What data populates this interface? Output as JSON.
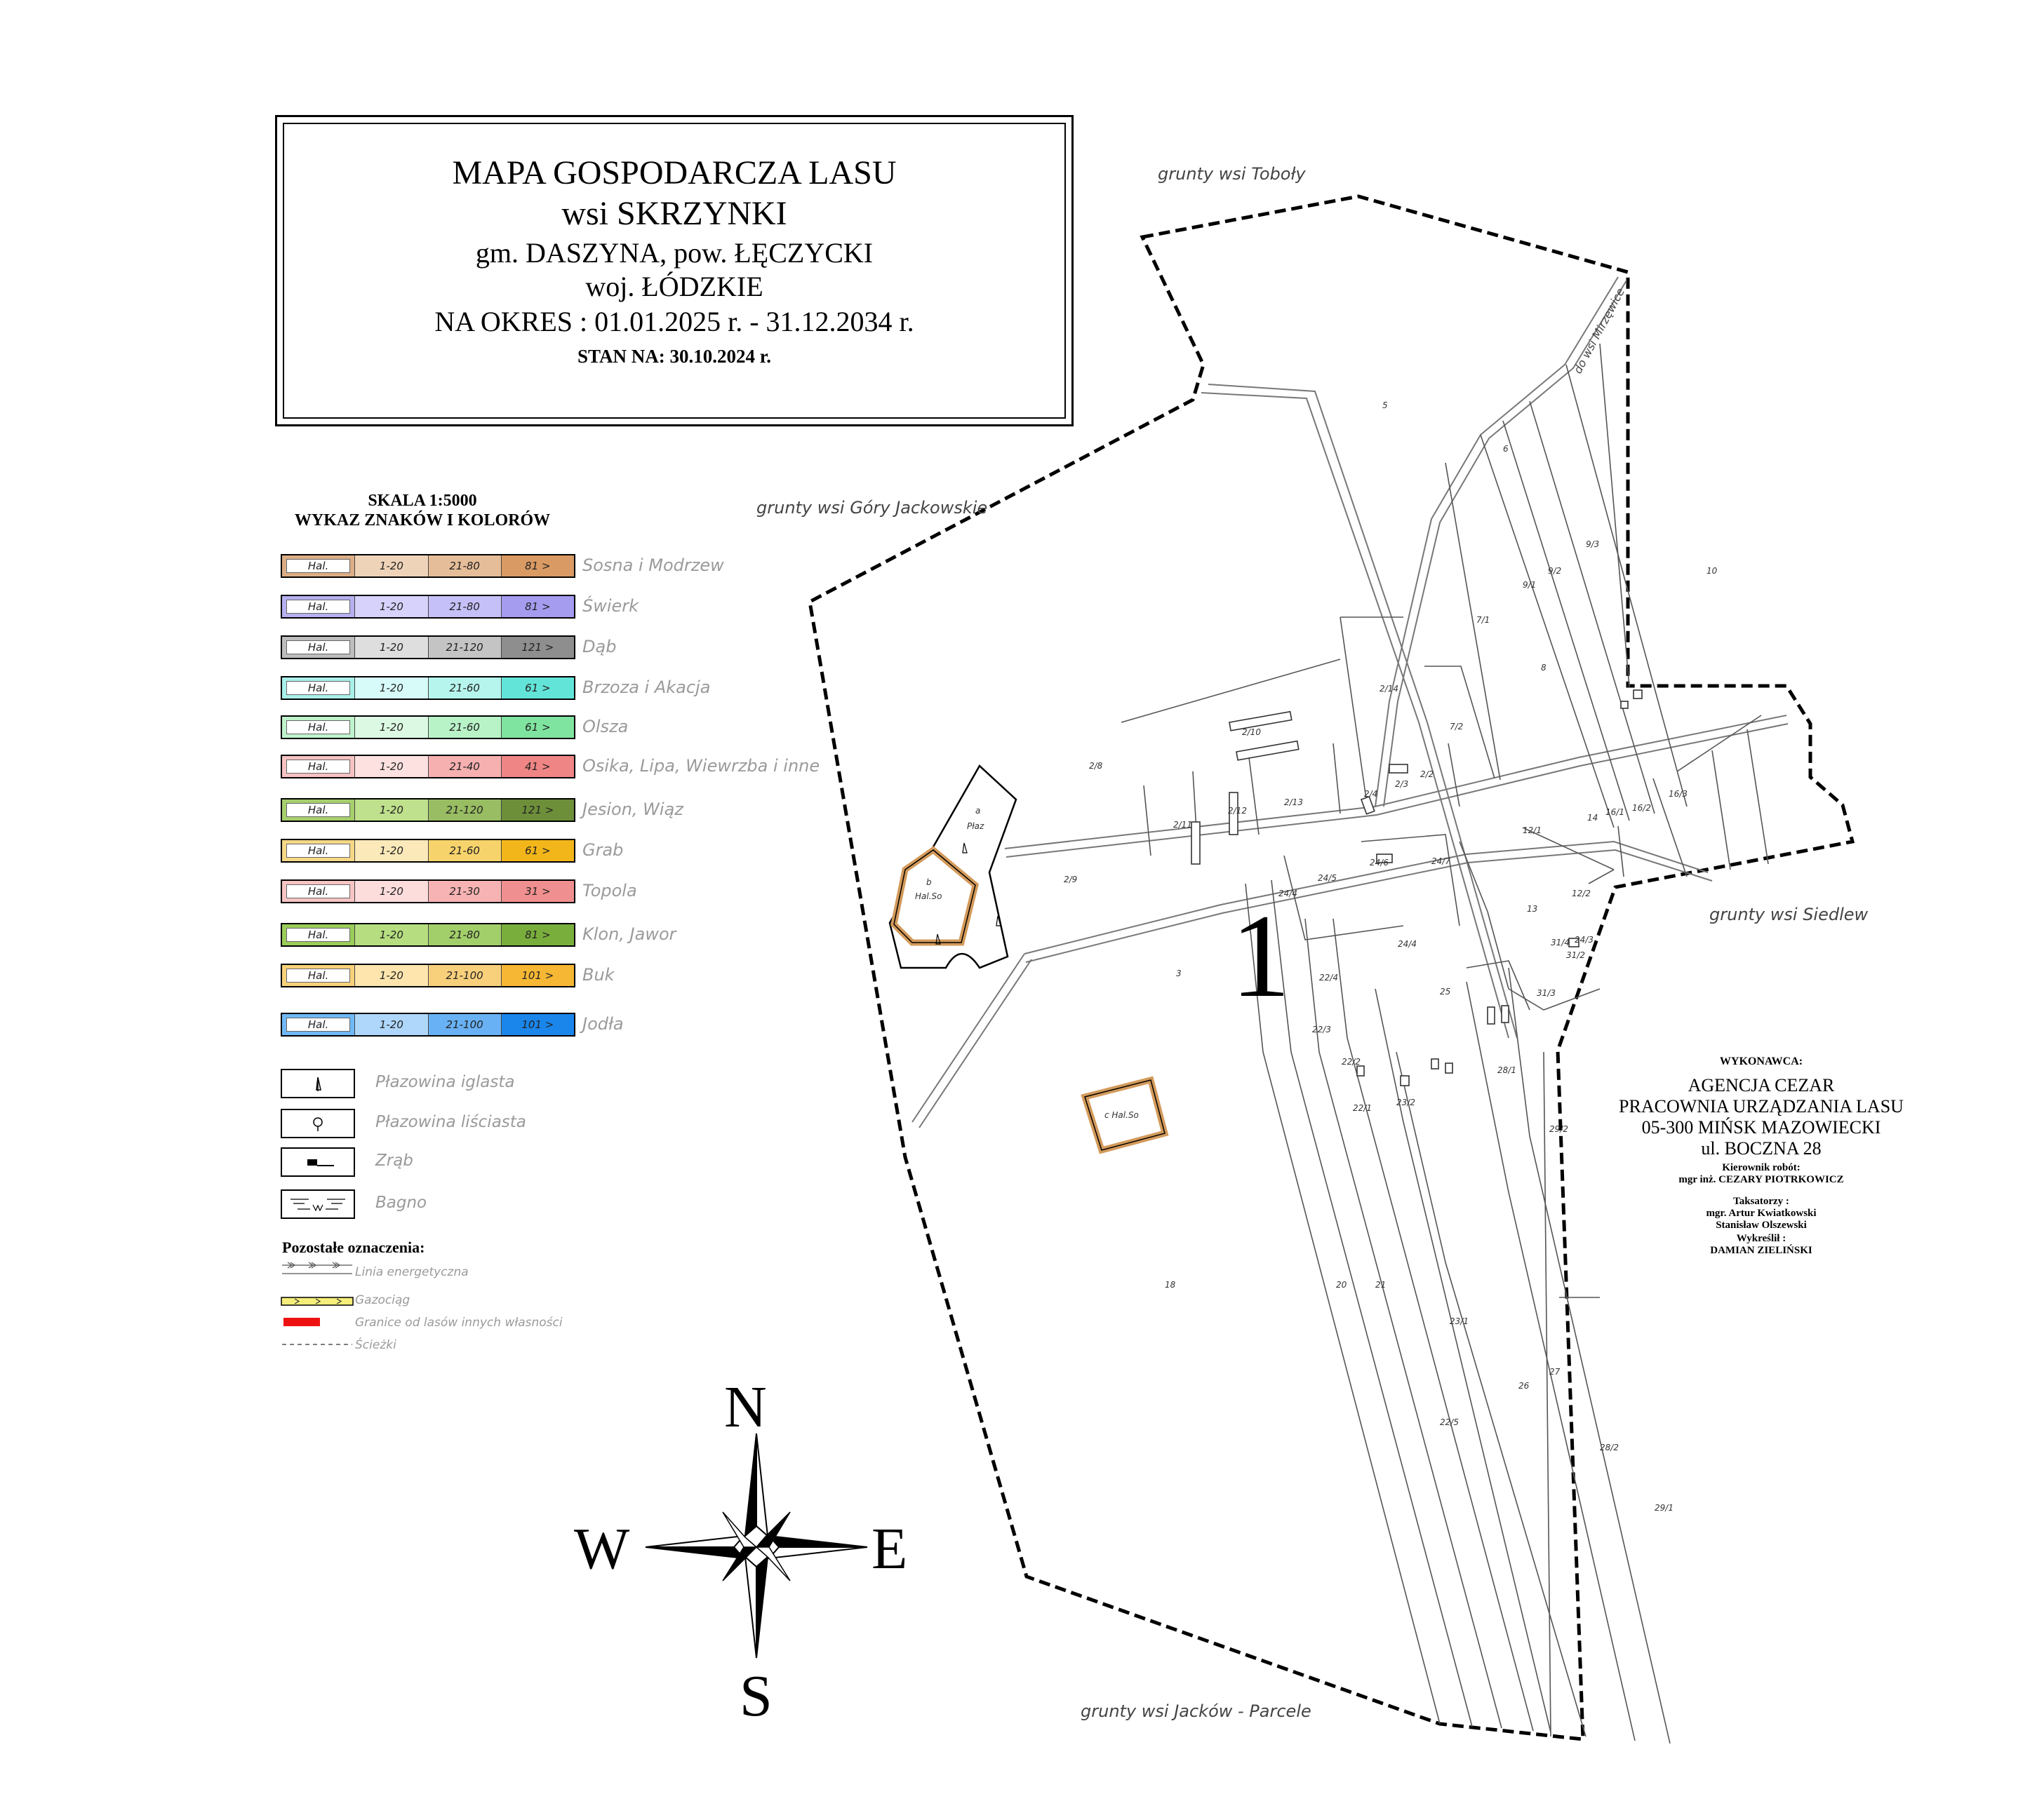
{
  "title_block": {
    "line1": "MAPA GOSPODARCZA LASU",
    "line2": "wsi SKRZYNKI",
    "line3": "gm. DASZYNA, pow. ŁĘCZYCKI",
    "line4": "woj. ŁÓDZKIE",
    "line5": "NA OKRES : 01.01.2025 r. - 31.12.2034 r.",
    "line6": "STAN NA: 30.10.2024 r."
  },
  "legend": {
    "scale": "SKALA 1:5000",
    "heading": "WYKAZ ZNAKÓW I KOLORÓW",
    "species": [
      {
        "name": "Sosna i Modrzew",
        "cells": [
          "Hal.",
          "1-20",
          "21-80",
          "81 >"
        ],
        "colors": [
          "#dcae86",
          "#efd3b8",
          "#e5bd98",
          "#d99a64"
        ]
      },
      {
        "name": "Świerk",
        "cells": [
          "Hal.",
          "1-20",
          "21-80",
          "81 >"
        ],
        "colors": [
          "#b6b0f0",
          "#d6d2fb",
          "#c6c0f8",
          "#a59cf0"
        ]
      },
      {
        "name": "Dąb",
        "cells": [
          "Hal.",
          "1-20",
          "21-120",
          "121 >"
        ],
        "colors": [
          "#bdbdbd",
          "#dedede",
          "#c4c4c4",
          "#8e8e8e"
        ]
      },
      {
        "name": "Brzoza i Akacja",
        "cells": [
          "Hal.",
          "1-20",
          "21-60",
          "61 >"
        ],
        "colors": [
          "#a8f0ea",
          "#d6fbf8",
          "#b6f5ee",
          "#63e4d8"
        ]
      },
      {
        "name": "Olsza",
        "cells": [
          "Hal.",
          "1-20",
          "21-60",
          "61 >"
        ],
        "colors": [
          "#bff3cc",
          "#dcfae3",
          "#b8f3c8",
          "#7fe4a0"
        ]
      },
      {
        "name": "Osika, Lipa, Wiewrzba i inne",
        "cells": [
          "Hal.",
          "1-20",
          "21-40",
          "41 >"
        ],
        "colors": [
          "#f7c2c2",
          "#fde0e0",
          "#f7b0b0",
          "#f08585"
        ]
      },
      {
        "name": "Jesion, Wiąz",
        "cells": [
          "Hal.",
          "1-20",
          "21-120",
          "121 >"
        ],
        "colors": [
          "#a6cf6c",
          "#bfe08c",
          "#98bd62",
          "#6d8f3a"
        ]
      },
      {
        "name": "Grab",
        "cells": [
          "Hal.",
          "1-20",
          "21-60",
          "61 >"
        ],
        "colors": [
          "#f5d786",
          "#fbe9b9",
          "#f7d46b",
          "#f3b61a"
        ]
      },
      {
        "name": "Topola",
        "cells": [
          "Hal.",
          "1-20",
          "21-30",
          "31 >"
        ],
        "colors": [
          "#f7c4c4",
          "#fddcdc",
          "#f7b3b3",
          "#f08f8f"
        ]
      },
      {
        "name": "Klon, Jawor",
        "cells": [
          "Hal.",
          "1-20",
          "21-80",
          "81 >"
        ],
        "colors": [
          "#9acd5a",
          "#b6de80",
          "#a3cf6a",
          "#7aae3c"
        ]
      },
      {
        "name": "Buk",
        "cells": [
          "Hal.",
          "1-20",
          "21-100",
          "101 >"
        ],
        "colors": [
          "#f8d17a",
          "#fde5ad",
          "#f8d07c",
          "#f6b734"
        ]
      },
      {
        "name": "Jodła",
        "cells": [
          "Hal.",
          "1-20",
          "21-100",
          "101 >"
        ],
        "colors": [
          "#6fb8f5",
          "#aed7fb",
          "#68b1f4",
          "#1a86ec"
        ]
      }
    ],
    "symbols": [
      {
        "name": "Płazowina iglasta",
        "icon": "conifer-sapling-icon"
      },
      {
        "name": "Płazowina liściasta",
        "icon": "broadleaf-sapling-icon"
      },
      {
        "name": "Zrąb",
        "icon": "clearcut-icon"
      },
      {
        "name": "Bagno",
        "icon": "swamp-icon"
      }
    ],
    "other_heading": "Pozostałe oznaczenia:",
    "other": [
      {
        "name": "Linia energetyczna",
        "icon": "power-line-icon"
      },
      {
        "name": "Gazociąg",
        "icon": "gas-pipeline-icon",
        "color": "#f5ee7a"
      },
      {
        "name": "Granice od lasów innych własności",
        "icon": "ownership-boundary-icon",
        "color": "#ee1111"
      },
      {
        "name": "Ścieżki",
        "icon": "path-icon"
      }
    ]
  },
  "map": {
    "neighbours": {
      "north": "grunty wsi Toboły",
      "west": "grunty wsi Góry Jackowskie",
      "east": "grunty wsi Siedlew",
      "south": "grunty wsi Jacków - Parcele",
      "road": "do wsi Mirzęwice"
    },
    "compartment_number": "1",
    "subcompartments": {
      "a_letter": "a",
      "a_label": "Płaz",
      "b_letter": "b",
      "b_label": "Hal.So",
      "c_label": "c Hal.So"
    },
    "parcel_numbers": [
      "5",
      "6",
      "9/3",
      "10",
      "9/2",
      "9/1",
      "7/1",
      "8",
      "7/2",
      "2/14",
      "2/10",
      "2/8",
      "2/2",
      "2/3",
      "2/4",
      "2/13",
      "2/12",
      "2/11",
      "2/9",
      "12/1",
      "16/3",
      "16/2",
      "16/1",
      "14",
      "12/2",
      "13",
      "24/7",
      "24/6",
      "24/5",
      "24/4",
      "24/4",
      "24/3",
      "3",
      "25",
      "31/3",
      "31/4",
      "31/2",
      "28/1",
      "22/4",
      "22/3",
      "22/2",
      "22/1",
      "23/2",
      "29/2",
      "18",
      "20",
      "21",
      "23/1",
      "26",
      "27",
      "22/5",
      "28/2",
      "29/1"
    ],
    "compass": {
      "n": "N",
      "s": "S",
      "e": "E",
      "w": "W"
    },
    "accent_color": "#d39a5a"
  },
  "credits": {
    "heading": "WYKONAWCA:",
    "company1": "AGENCJA CEZAR",
    "company2": "PRACOWNIA URZĄDZANIA LASU",
    "address1": "05-300 MIŃSK MAZOWIECKI",
    "address2": "ul. BOCZNA 28",
    "manager_role": "Kierownik robót:",
    "manager_name": "mgr inż. CEZARY PIOTRKOWICZ",
    "taxators_role": "Taksatorzy :",
    "taxator1": "mgr. Artur Kwiatkowski",
    "taxator2": "Stanisław Olszewski",
    "drawn_role": "Wykreślił :",
    "drawn_name": "DAMIAN ZIELIŃSKI"
  }
}
